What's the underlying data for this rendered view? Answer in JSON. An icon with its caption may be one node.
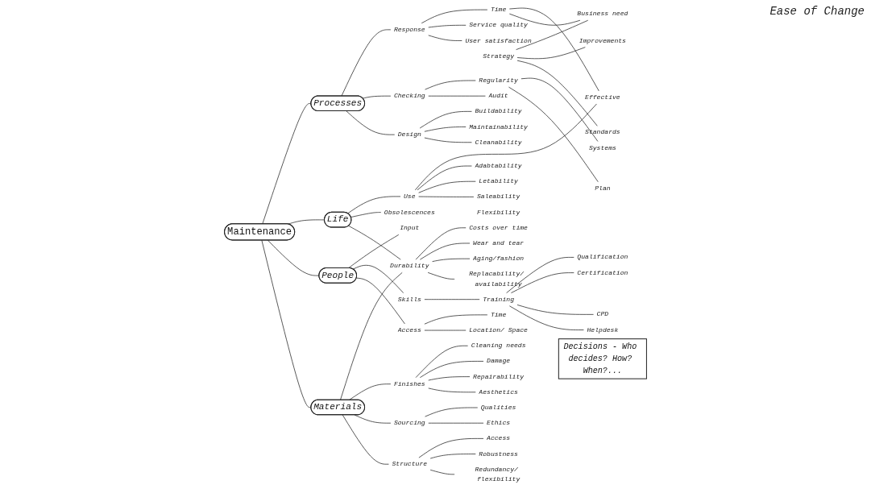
{
  "diagram": {
    "nodes": [
      {
        "text": [
          "Maintenance"
        ]
      },
      {
        "text": [
          "Processes"
        ]
      },
      {
        "text": [
          "Life"
        ]
      },
      {
        "text": [
          "People"
        ]
      },
      {
        "text": [
          "Materials"
        ]
      },
      {
        "text": [
          "Time"
        ]
      },
      {
        "text": [
          "Service quality"
        ]
      },
      {
        "text": [
          "User satisfaction"
        ]
      },
      {
        "text": [
          "Response"
        ]
      },
      {
        "text": [
          "Business need"
        ]
      },
      {
        "text": [
          "Improvements"
        ]
      },
      {
        "text": [
          "Standards"
        ]
      },
      {
        "text": [
          "Strategy"
        ]
      },
      {
        "text": [
          "Systems"
        ]
      },
      {
        "text": [
          "Plan"
        ]
      },
      {
        "text": [
          "Regularity"
        ]
      },
      {
        "text": [
          "Checking"
        ]
      },
      {
        "text": [
          "Audit"
        ]
      },
      {
        "text": [
          "Design"
        ]
      },
      {
        "text": [
          "Input"
        ]
      },
      {
        "text": [
          "Buildability"
        ]
      },
      {
        "text": [
          "Maintainability"
        ]
      },
      {
        "text": [
          "Cleanability"
        ]
      },
      {
        "text": [
          "Adabtability"
        ]
      },
      {
        "text": [
          "Flexibility"
        ]
      },
      {
        "text": [
          "Effective"
        ]
      },
      {
        "text": [
          "Letability"
        ]
      },
      {
        "text": [
          "Saleability"
        ]
      },
      {
        "text": [
          "Use"
        ]
      },
      {
        "text": [
          "Obsolescences"
        ]
      },
      {
        "text": [
          "Durability"
        ]
      },
      {
        "text": [
          "Costs over time"
        ]
      },
      {
        "text": [
          "Wear and tear"
        ]
      },
      {
        "text": [
          "Aging/fashion"
        ]
      },
      {
        "text": [
          "Replacability/ availability"
        ]
      },
      {
        "text": [
          "Skills"
        ]
      },
      {
        "text": [
          "Training"
        ]
      },
      {
        "text": [
          "Qualification"
        ]
      },
      {
        "text": [
          "Certification"
        ]
      },
      {
        "text": [
          "CPD"
        ]
      },
      {
        "text": [
          "Helpdesk"
        ]
      },
      {
        "text": [
          "Access"
        ]
      },
      {
        "text": [
          "Time"
        ]
      },
      {
        "text": [
          "Location/ Space"
        ]
      },
      {
        "text": [
          "Finishes"
        ]
      },
      {
        "text": [
          "Cleaning needs"
        ]
      },
      {
        "text": [
          "Damage"
        ]
      },
      {
        "text": [
          "Repairability"
        ]
      },
      {
        "text": [
          "Aesthetics"
        ]
      },
      {
        "text": [
          "Sourcing"
        ]
      },
      {
        "text": [
          "Qualities"
        ]
      },
      {
        "text": [
          "Ethics"
        ]
      },
      {
        "text": [
          "Structure"
        ]
      },
      {
        "text": [
          "Access"
        ]
      },
      {
        "text": [
          "Robustness"
        ]
      },
      {
        "text": [
          "Redundancy/ flexibility"
        ]
      },
      {
        "text": [
          "Decisions - Who decides? How? When?..."
        ]
      }
    ],
    "edges": [
      {
        "from": 0,
        "to": 1,
        "arrow": "none"
      },
      {
        "from": 0,
        "to": 2,
        "arrow": "none"
      },
      {
        "from": 0,
        "to": 3,
        "arrow": "none"
      },
      {
        "from": 0,
        "to": 4,
        "arrow": "none"
      },
      {
        "from": 1,
        "to": 8,
        "arrow": "none"
      },
      {
        "from": 8,
        "to": 5,
        "arrow": "none"
      },
      {
        "from": 8,
        "to": 6,
        "arrow": "none"
      },
      {
        "from": 8,
        "to": 7,
        "arrow": "none"
      },
      {
        "from": 5,
        "to": 25,
        "arrow": "none"
      },
      {
        "from": 5,
        "to": 9,
        "arrow": "none"
      },
      {
        "from": 12,
        "to": 9,
        "arrow": "none"
      },
      {
        "from": 12,
        "to": 10,
        "arrow": "none"
      },
      {
        "from": 12,
        "to": 11,
        "arrow": "none"
      },
      {
        "from": 1,
        "to": 16,
        "arrow": "none"
      },
      {
        "from": 16,
        "to": 15,
        "arrow": "none"
      },
      {
        "from": 16,
        "to": 17,
        "arrow": "none"
      },
      {
        "from": 15,
        "to": 13,
        "arrow": "none"
      },
      {
        "from": 15,
        "to": 14,
        "arrow": "none"
      },
      {
        "from": 1,
        "to": 18,
        "arrow": "none"
      },
      {
        "from": 18,
        "to": 20,
        "arrow": "none"
      },
      {
        "from": 18,
        "to": 21,
        "arrow": "none"
      },
      {
        "from": 18,
        "to": 22,
        "arrow": "none"
      },
      {
        "from": 3,
        "to": 19,
        "arrow": "none"
      },
      {
        "from": 2,
        "to": 28,
        "arrow": "none"
      },
      {
        "from": 28,
        "to": 25,
        "arrow": "none"
      },
      {
        "from": 28,
        "to": 23,
        "arrow": "none"
      },
      {
        "from": 28,
        "to": 26,
        "arrow": "none"
      },
      {
        "from": 28,
        "to": 27,
        "arrow": "none"
      },
      {
        "from": 2,
        "to": 29,
        "arrow": "none"
      },
      {
        "from": 2,
        "to": 30,
        "arrow": "none"
      },
      {
        "from": 30,
        "to": 31,
        "arrow": "none"
      },
      {
        "from": 30,
        "to": 32,
        "arrow": "none"
      },
      {
        "from": 30,
        "to": 33,
        "arrow": "none"
      },
      {
        "from": 30,
        "to": 34,
        "arrow": "none"
      },
      {
        "from": 4,
        "to": 30,
        "arrow": "none"
      },
      {
        "from": 3,
        "to": 35,
        "arrow": "none"
      },
      {
        "from": 35,
        "to": 36,
        "arrow": "none"
      },
      {
        "from": 36,
        "to": 37,
        "arrow": "none"
      },
      {
        "from": 36,
        "to": 38,
        "arrow": "none"
      },
      {
        "from": 36,
        "to": 39,
        "arrow": "none"
      },
      {
        "from": 36,
        "to": 40,
        "arrow": "none"
      },
      {
        "from": 3,
        "to": 41,
        "arrow": "none"
      },
      {
        "from": 41,
        "to": 42,
        "arrow": "none"
      },
      {
        "from": 41,
        "to": 43,
        "arrow": "none"
      },
      {
        "from": 4,
        "to": 44,
        "arrow": "none"
      },
      {
        "from": 44,
        "to": 45,
        "arrow": "none"
      },
      {
        "from": 44,
        "to": 46,
        "arrow": "none"
      },
      {
        "from": 44,
        "to": 47,
        "arrow": "none"
      },
      {
        "from": 44,
        "to": 48,
        "arrow": "none"
      },
      {
        "from": 4,
        "to": 49,
        "arrow": "none"
      },
      {
        "from": 49,
        "to": 50,
        "arrow": "none"
      },
      {
        "from": 49,
        "to": 51,
        "arrow": "none"
      },
      {
        "from": 4,
        "to": 52,
        "arrow": "none"
      },
      {
        "from": 52,
        "to": 53,
        "arrow": "none"
      },
      {
        "from": 52,
        "to": 54,
        "arrow": "none"
      },
      {
        "from": 52,
        "to": 55,
        "arrow": "none"
      }
    ],
    "labels": [
      "Ease of Change"
    ]
  }
}
